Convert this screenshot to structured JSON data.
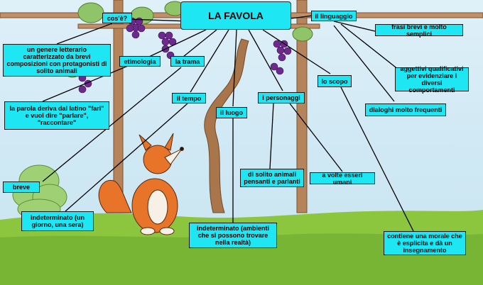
{
  "title": "LA FAVOLA",
  "nodes": {
    "cose": "cos'è?",
    "genere": "un genere letterario caratterizzato da brevi composizioni con protagonisti di solito animali",
    "etimologia": "etimologia",
    "trama": "la trama",
    "tempo": "il tempo",
    "luogo": "il luogo",
    "personaggi": "i personaggi",
    "scopo": "lo scopo",
    "linguaggio": "il linguaggio",
    "frasi": "frasi brevi e molto semplici",
    "aggettivi": "aggettivi qualificativi per evidenziare i diversi comportamenti",
    "dialoghi": "dialoghi molto frequenti",
    "deriva": "la parola deriva dal latino \"fari\" e vuol dire \"parlare\", \"raccontare\"",
    "breve": "breve",
    "tempo_indet": "indeterminato (un giorno, una sera)",
    "luogo_indet": "indeterminato (ambienti che si possono trovare nella realtà)",
    "animali": "di solito animali pensanti e parlanti",
    "umani": "a volte esseri umani",
    "morale": "contiene una morale che è esplicita e dà un insegnamento"
  },
  "colors": {
    "node_fill": "#1ee6f2",
    "node_border": "#1a1a1a",
    "sky": "#d8eef8",
    "grass": "#8cc63e",
    "grape": "#6d2a8c",
    "fox": "#e8742a",
    "wood": "#a8764a"
  }
}
